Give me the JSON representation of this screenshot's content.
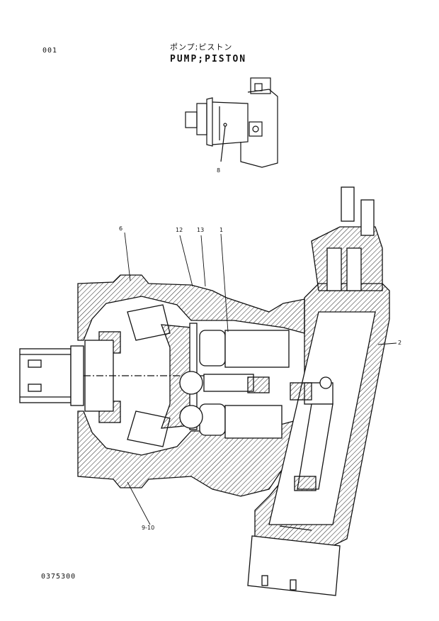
{
  "header": {
    "page_number": "001",
    "title_jp": "ポンプ;ピストン",
    "title_en": "PUMP;PISTON"
  },
  "callouts": {
    "c1": "1",
    "c2": "2",
    "c6": "6",
    "c8": "8",
    "c9_10": "9-10",
    "c12": "12",
    "c13": "13"
  },
  "footer": {
    "drawing_number": "0375300"
  }
}
